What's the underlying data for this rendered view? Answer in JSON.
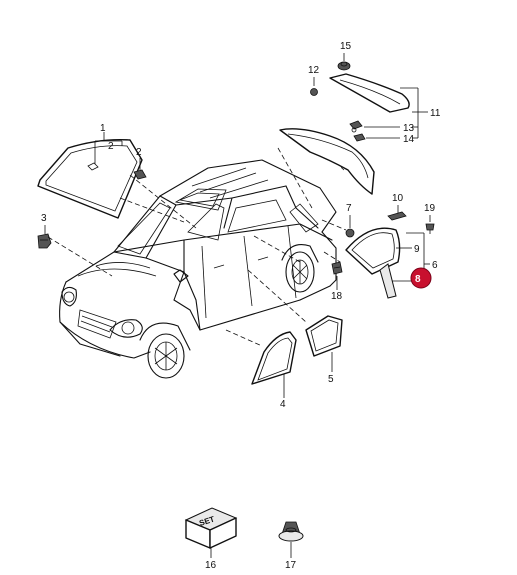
{
  "callouts": {
    "c1": "1",
    "c2": "2",
    "c2b": "2",
    "c3": "3",
    "c4": "4",
    "c5": "5",
    "c6": "6",
    "c7": "7",
    "c8": "8",
    "c9": "9",
    "c10": "10",
    "c11": "11",
    "c12": "12",
    "c13": "13",
    "c14": "14",
    "c15": "15",
    "c16": "16",
    "c17": "17",
    "c18": "18",
    "c19": "19"
  },
  "set_label": "SET",
  "colors": {
    "line": "#111111",
    "highlight": "#c8102e",
    "background": "#ffffff"
  },
  "selected_callout": "8"
}
